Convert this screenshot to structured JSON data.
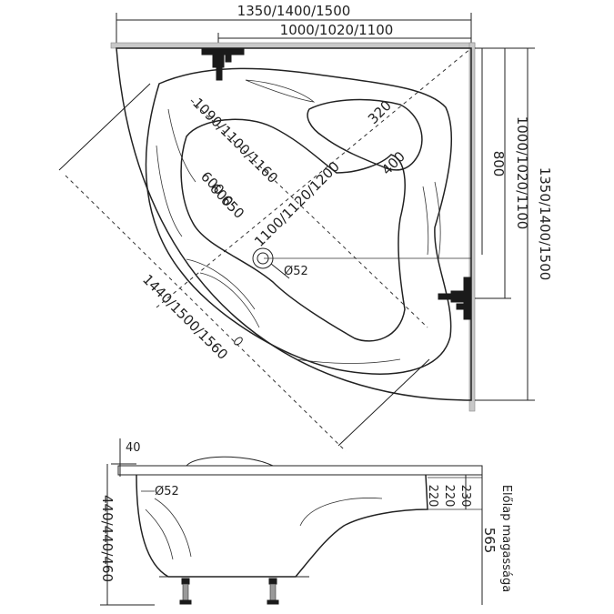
{
  "top_view": {
    "width_label": "1350/1400/1500",
    "inner_width_label": "1000/1020/1100",
    "height_label": "1350/1400/1500",
    "inner_height_label": "1000/1020/1100",
    "tap_height_label": "800",
    "diagonal_label": "1440/1500/1560",
    "basin_diagonal_label": "1100/1120/1200",
    "basin_long_label": "1090/1100/1160",
    "basin_width_1": "600",
    "basin_width_2": "600",
    "basin_width_3": "650",
    "seat_label_1": "320",
    "seat_label_2": "400",
    "drain_label": "Ø52"
  },
  "side_view": {
    "rim_label": "40",
    "height_label": "440/440/460",
    "drain_label": "Ø52",
    "seat_labels": [
      "220",
      "220",
      "230"
    ],
    "apron_value": "565",
    "apron_label": "Előlap magassága"
  }
}
